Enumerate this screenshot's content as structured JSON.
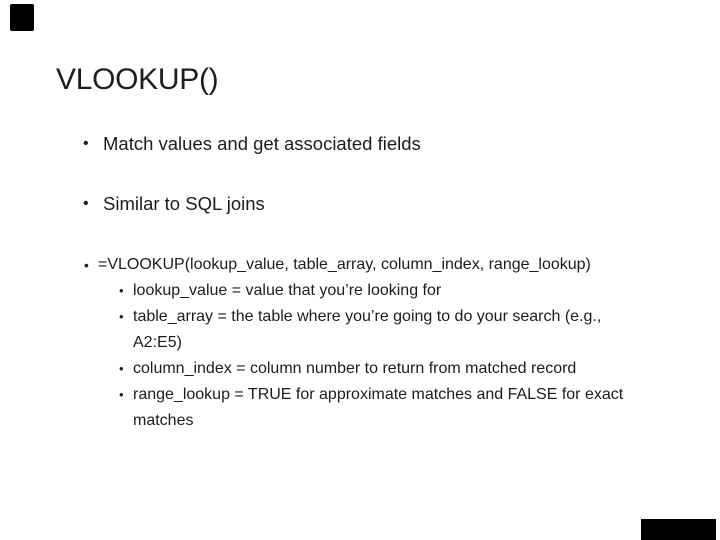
{
  "slide": {
    "title": "VLOOKUP()",
    "bullet_char": "•",
    "bullets": [
      {
        "text": "Match values and get associated fields"
      },
      {
        "text": "Similar to SQL joins"
      }
    ],
    "formula": {
      "text": "=VLOOKUP(lookup_value, table_array, column_index, range_lookup)",
      "sub_bullets": [
        {
          "lines": [
            "lookup_value = value that you’re looking for"
          ]
        },
        {
          "lines": [
            "table_array = the table where you’re going to do your search (e.g.,",
            "A2:E5)"
          ]
        },
        {
          "lines": [
            "column_index = column number to return from matched record"
          ]
        },
        {
          "lines": [
            "range_lookup = TRUE for approximate matches and FALSE for exact",
            "matches"
          ]
        }
      ]
    },
    "colors": {
      "background": "#ffffff",
      "text": "#1c1c1c",
      "corner_marks": "#000000"
    }
  }
}
